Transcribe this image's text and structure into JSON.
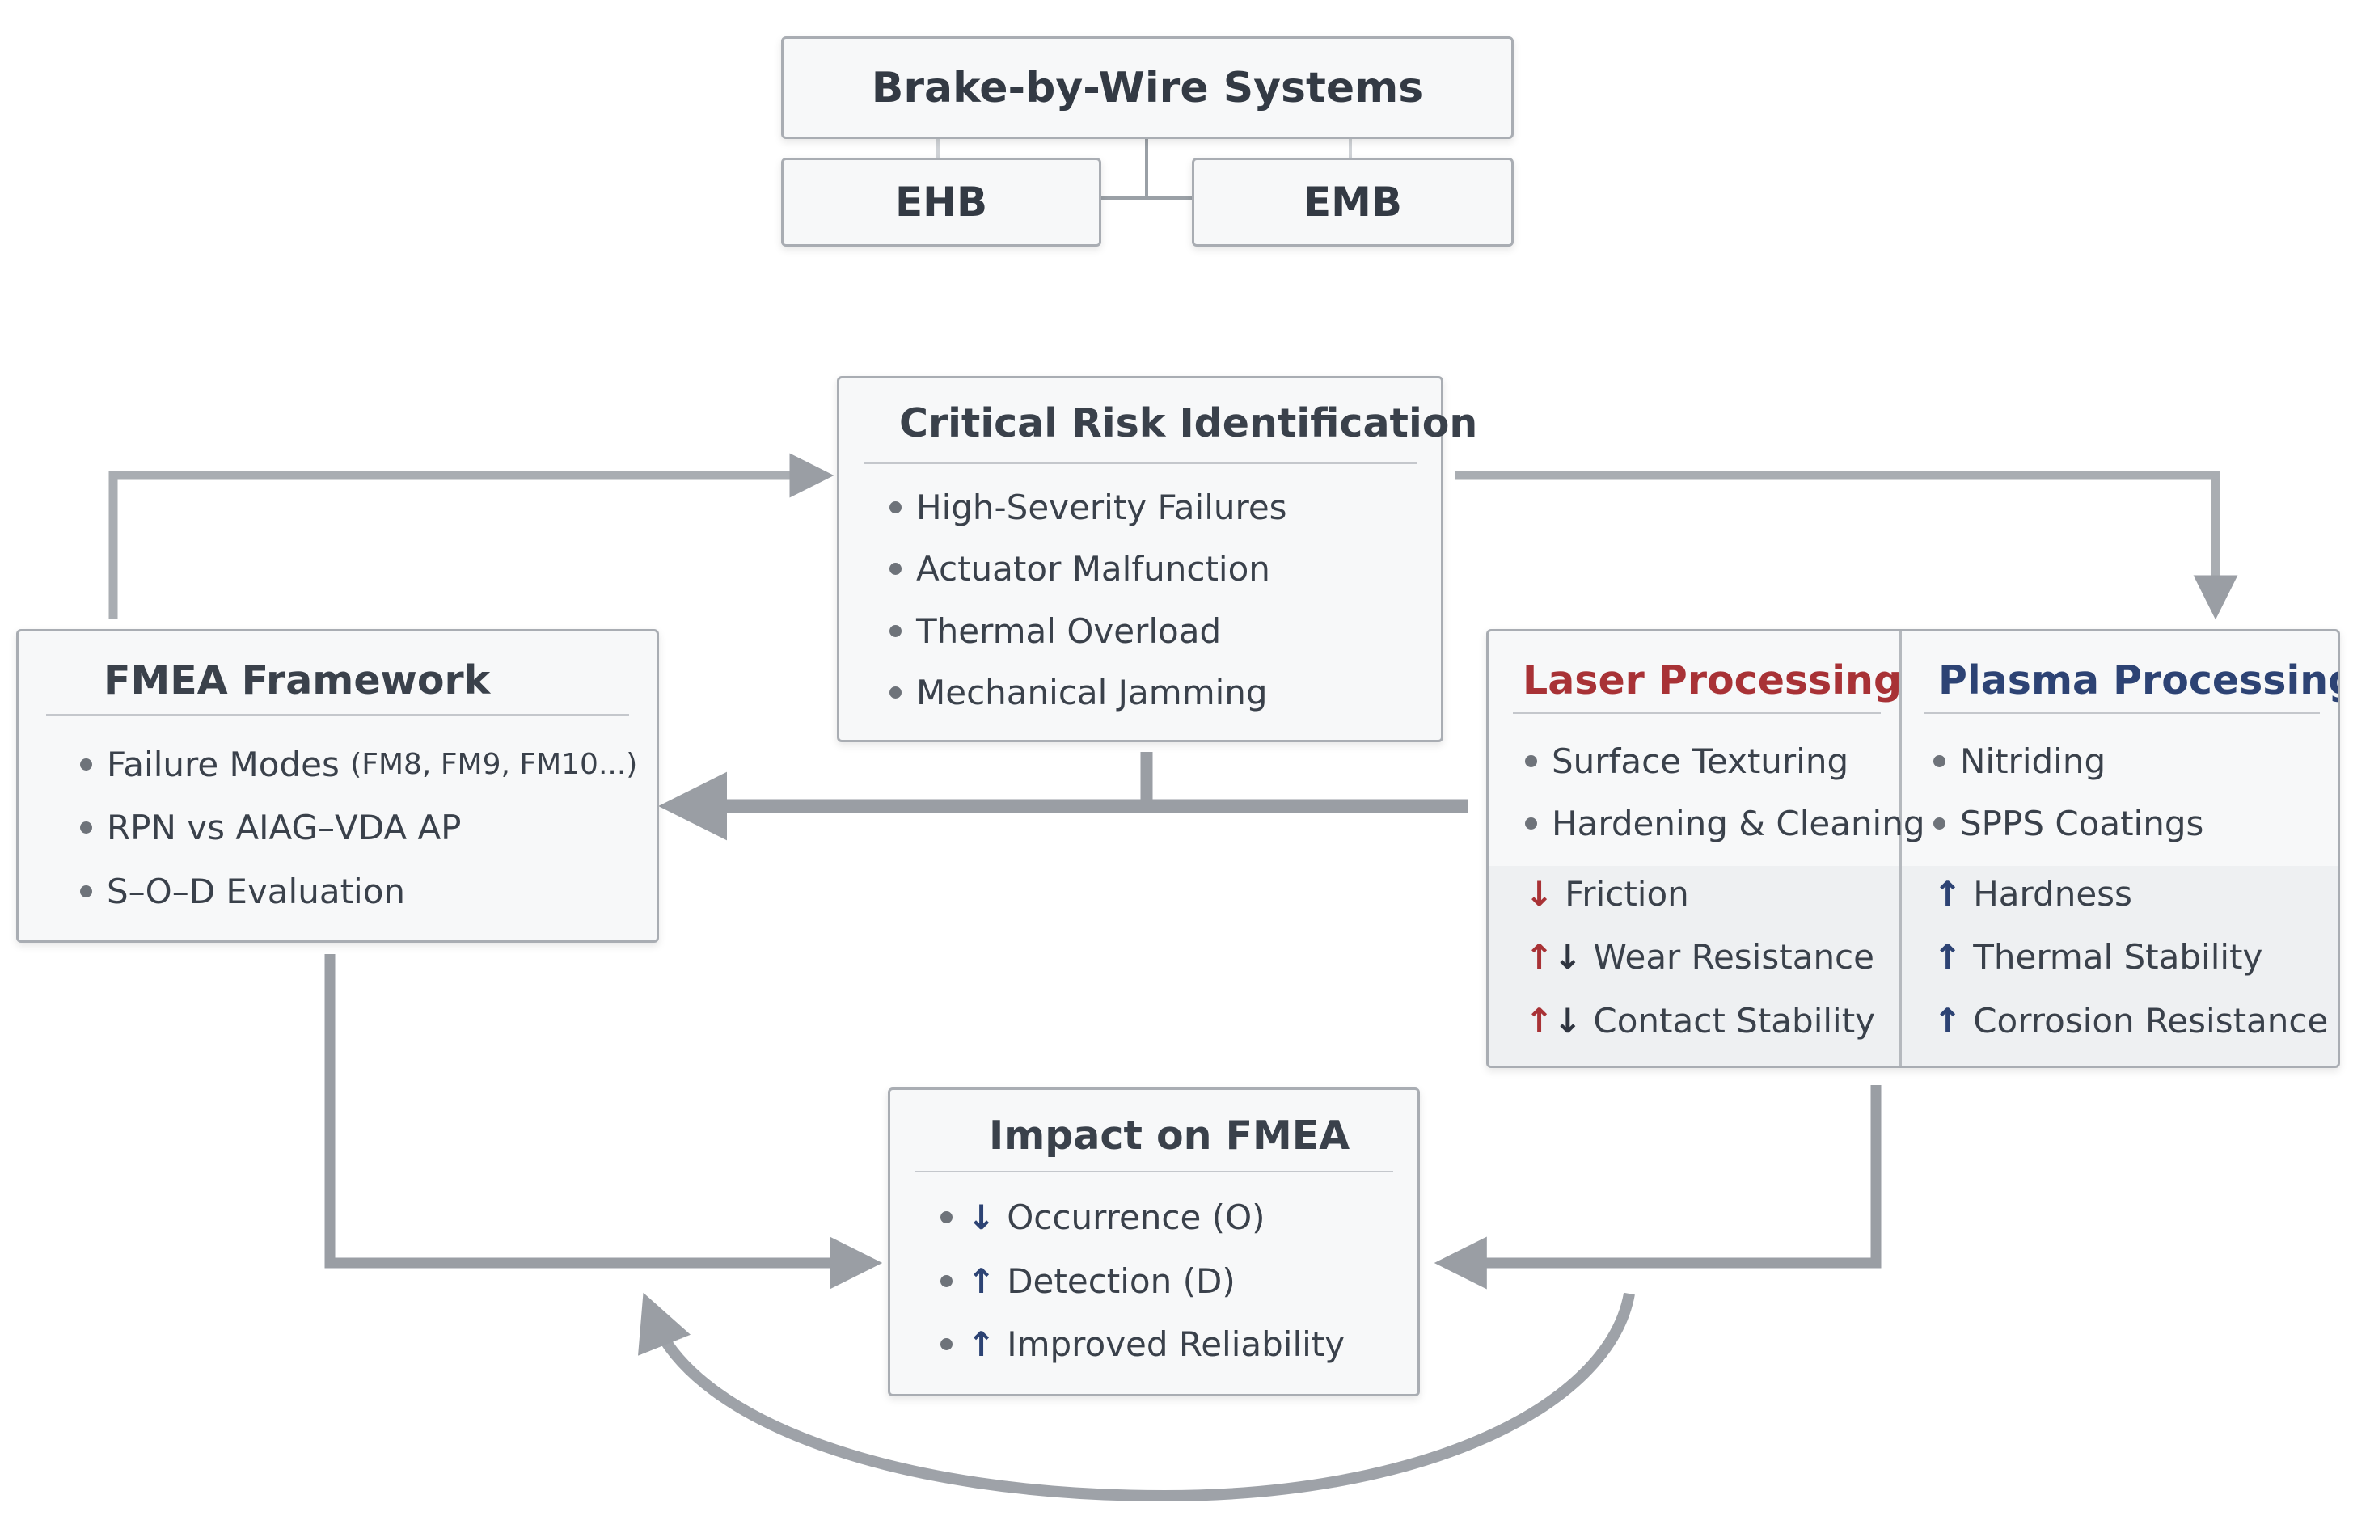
{
  "top": {
    "title": "Brake-by-Wire Systems",
    "left": "EHB",
    "right": "EMB"
  },
  "critical": {
    "title": "Critical Risk Identification",
    "items": [
      "High-Severity Failures",
      "Actuator Malfunction",
      "Thermal Overload",
      "Mechanical Jamming"
    ]
  },
  "fmea": {
    "title": "FMEA Framework",
    "item1_main": "Failure Modes ",
    "item1_small": "(FM8, FM9, FM10...)",
    "item2": "RPN vs AIAG–VDA AP",
    "item3": "S–O–D Evaluation"
  },
  "laser": {
    "title": "Laser Processing",
    "items": [
      "Surface Texturing",
      "Hardening & Cleaning"
    ],
    "effects": [
      {
        "arrows": "↓",
        "label": "Friction"
      },
      {
        "arrows": "↑↓",
        "label": "Wear Resistance"
      },
      {
        "arrows": "↑↓",
        "label": "Contact Stability"
      }
    ]
  },
  "plasma": {
    "title": "Plasma Processing",
    "items": [
      "Nitriding",
      "SPPS Coatings"
    ],
    "effects": [
      {
        "arrows": "↑",
        "label": "Hardness"
      },
      {
        "arrows": "↑",
        "label": "Thermal Stability"
      },
      {
        "arrows": "↑",
        "label": "Corrosion Resistance"
      }
    ]
  },
  "impact": {
    "title": "Impact on FMEA",
    "items": [
      {
        "arrow": "↓",
        "label": "Occurrence (O)"
      },
      {
        "arrow": "↑",
        "label": "Detection (D)"
      },
      {
        "arrow": "↑",
        "label": "Improved Reliability"
      }
    ]
  },
  "colors": {
    "laser_title": "#a83236",
    "plasma_title": "#2d4374",
    "arrow_gray": "#9a9ea4"
  }
}
